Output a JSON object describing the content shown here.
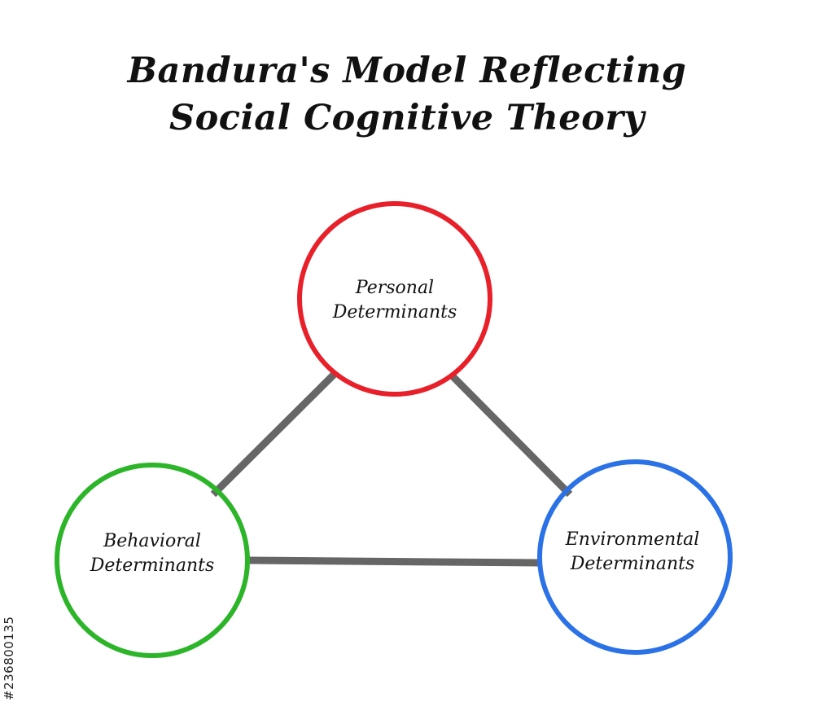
{
  "title": {
    "line1": "Bandura's Model Reflecting",
    "line2": "Social Cognitive Theory"
  },
  "nodes": {
    "personal": {
      "line1": "Personal",
      "line2": "Determinants",
      "color": "#e8202a"
    },
    "behavioral": {
      "line1": "Behavioral",
      "line2": "Determinants",
      "color": "#2db52a"
    },
    "environmental": {
      "line1": "Environmental",
      "line2": "Determinants",
      "color": "#2b72e6"
    }
  },
  "connector_color": "#666666",
  "stock_id": "#236800135"
}
